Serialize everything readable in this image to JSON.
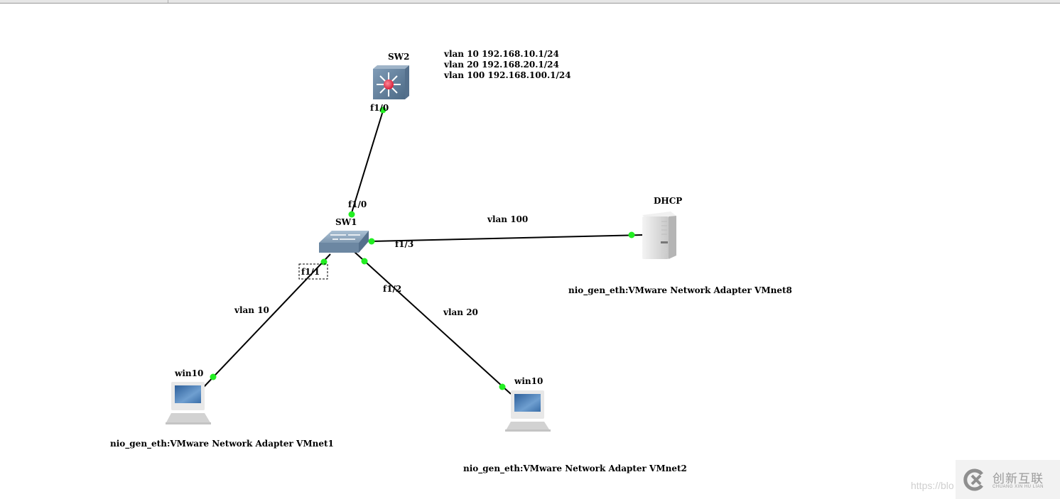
{
  "topology": {
    "nodes": {
      "sw2": {
        "name": "SW2",
        "type": "multilayer-switch"
      },
      "sw1": {
        "name": "SW1",
        "type": "ethernet-switch"
      },
      "dhcp": {
        "name": "DHCP",
        "type": "server",
        "adapter": "nio_gen_eth:VMware Network Adapter VMnet8"
      },
      "pc1": {
        "name": "win10",
        "type": "host",
        "adapter": "nio_gen_eth:VMware Network Adapter VMnet1"
      },
      "pc2": {
        "name": "win10",
        "type": "host",
        "adapter": "nio_gen_eth:VMware Network Adapter VMnet2"
      }
    },
    "ports": {
      "sw2_f10": "f1/0",
      "sw1_f10": "f1/0",
      "sw1_f11": "f1/1",
      "sw1_f12": "f1/2",
      "sw1_f13": "f1/3"
    },
    "links": [
      {
        "from": "SW2 f1/0",
        "to": "SW1 f1/0",
        "status": "up"
      },
      {
        "from": "SW1 f1/3",
        "to": "DHCP",
        "status": "up",
        "label": "vlan 100"
      },
      {
        "from": "SW1 f1/1",
        "to": "win10 (VMnet1)",
        "status": "up",
        "label": "vlan 10"
      },
      {
        "from": "SW1 f1/2",
        "to": "win10 (VMnet2)",
        "status": "up",
        "label": "vlan 20"
      }
    ],
    "link_labels": {
      "vlan100": "vlan 100",
      "vlan10": "vlan 10",
      "vlan20": "vlan 20"
    },
    "note": [
      "vlan 10 192.168.10.1/24",
      "vlan 20 192.168.20.1/24",
      "vlan 100 192.168.100.1/24"
    ],
    "colors": {
      "port_up": "#22ee22",
      "link": "#000000"
    }
  },
  "watermark": {
    "url": "https://blo",
    "brand_cn": "创新互联",
    "brand_en": "CHUANG XIN HU LIAN"
  }
}
